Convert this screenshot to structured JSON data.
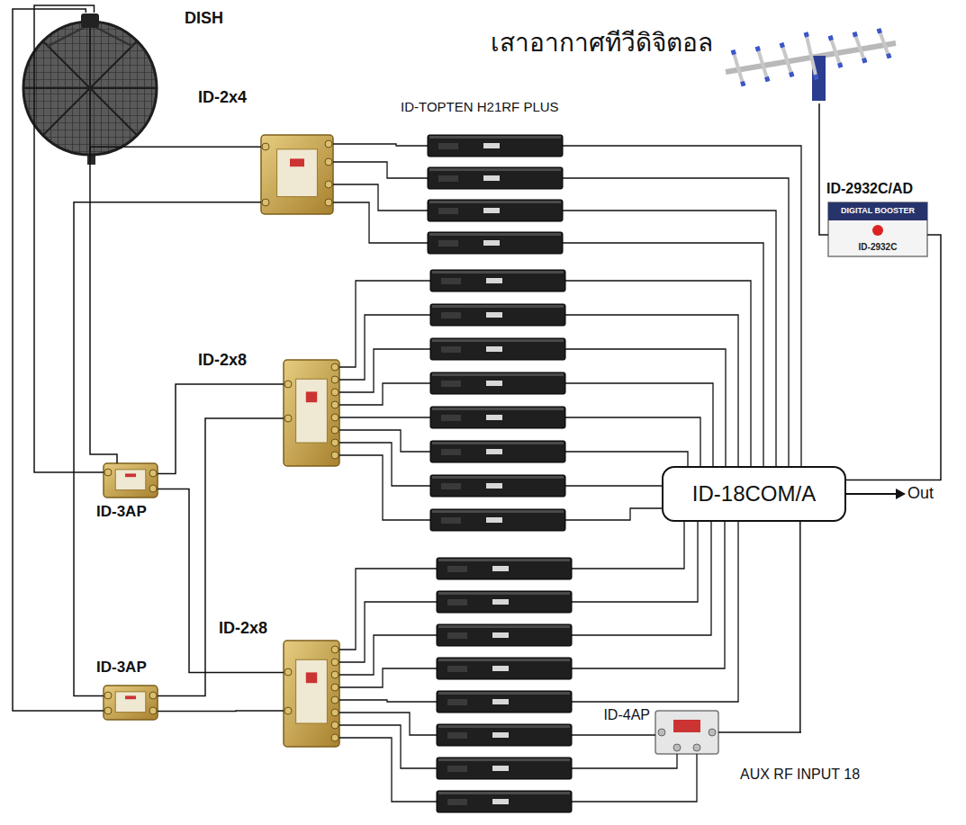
{
  "diagram": {
    "nodes": [
      {
        "text": [
          "DISH"
        ]
      },
      {
        "text": [
          "เสาอากาศทีวีดิจิตอล"
        ]
      },
      {
        "text": [
          "ID-2932C/AD",
          "DIGITAL BOOSTER",
          "ID-2932C"
        ]
      },
      {
        "text": [
          "ID-2x4"
        ]
      },
      {
        "text": [
          "ID-2x8"
        ]
      },
      {
        "text": [
          "ID-3AP"
        ]
      },
      {
        "text": [
          "ID-3AP"
        ]
      },
      {
        "text": [
          "ID-2x8"
        ]
      },
      {
        "text": [
          "ID-18COM/A"
        ]
      },
      {
        "text": [
          "ID-4AP"
        ]
      }
    ],
    "edges": [
      {
        "from": 0,
        "to": 5,
        "arrow": "none"
      },
      {
        "from": 0,
        "to": 6,
        "arrow": "none"
      },
      {
        "from": 5,
        "to": 3,
        "arrow": "none"
      },
      {
        "from": 5,
        "to": 4,
        "arrow": "none"
      },
      {
        "from": 5,
        "to": 7,
        "arrow": "none"
      },
      {
        "from": 6,
        "to": 3,
        "arrow": "none"
      },
      {
        "from": 6,
        "to": 4,
        "arrow": "none"
      },
      {
        "from": 6,
        "to": 7,
        "arrow": "none"
      },
      {
        "from": 1,
        "to": 2,
        "arrow": "none"
      },
      {
        "from": 2,
        "to": 8,
        "arrow": "none"
      },
      {
        "from": 9,
        "to": 8,
        "arrow": "none"
      }
    ],
    "labels": [
      "ID-TOPTEN H21RF PLUS",
      "Out",
      "AUX RF INPUT 18"
    ]
  }
}
